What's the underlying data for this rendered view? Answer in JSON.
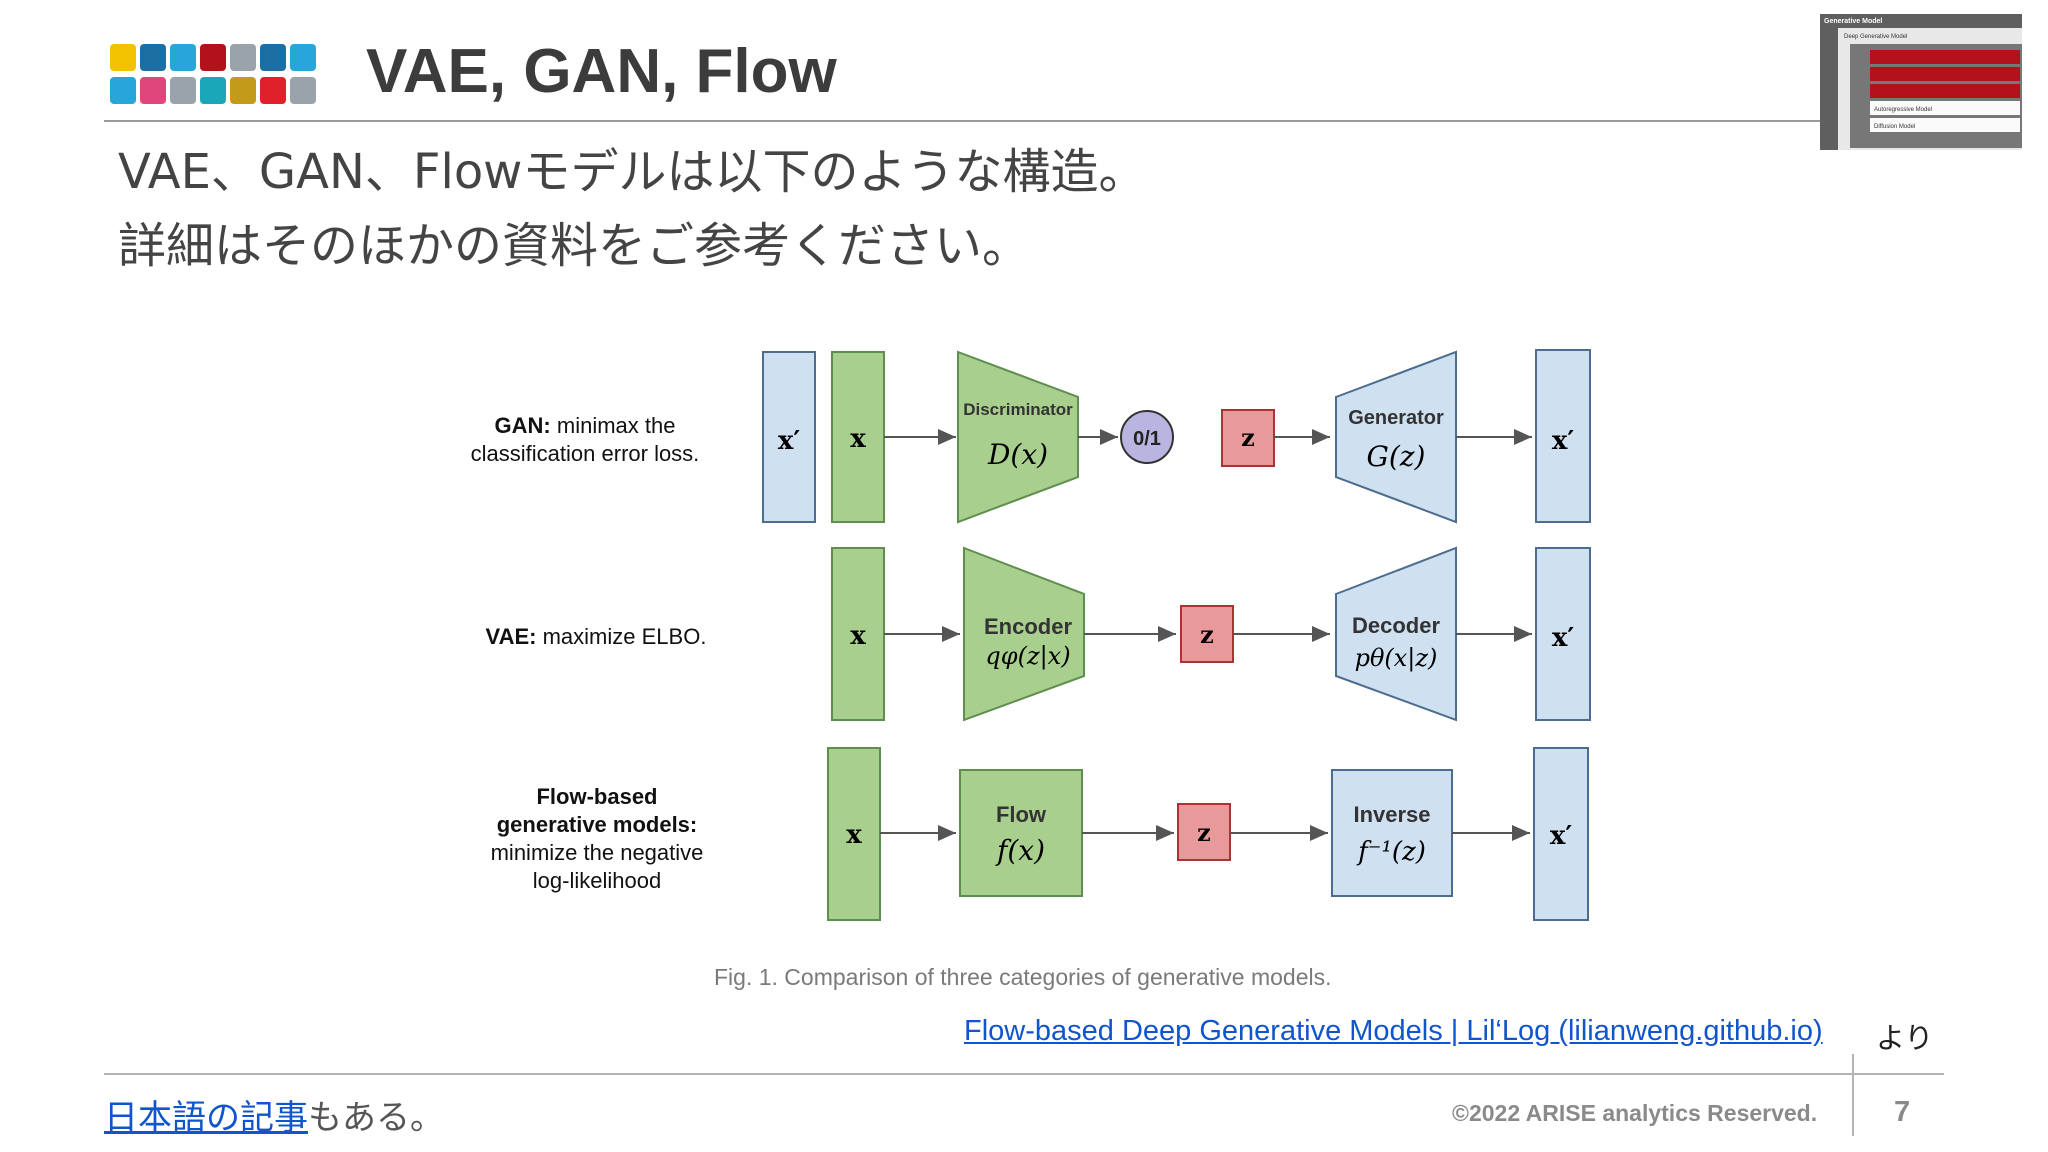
{
  "slide": {
    "title": "VAE, GAN, Flow",
    "intro_line1": "VAE、GAN、Flowモデルは以下のような構造。",
    "intro_line2": "詳細はそのほかの資料をご参考ください。",
    "page_number": "7",
    "copyright": "©2022 ARISE analytics Reserved."
  },
  "thumbnail": {
    "header": "Generative Model",
    "subheader": "Deep Generative Model",
    "items": [
      "Autoregressive Model",
      "Diffusion Model"
    ]
  },
  "figure": {
    "rows": {
      "gan": {
        "label_bold": "GAN:",
        "label_rest": "minimax the",
        "label_line2": "classification error loss.",
        "x_prime_in": "x′",
        "x": "x",
        "disc_name": "Discriminator",
        "disc_func": "D(x)",
        "output": "0/1",
        "z": "z",
        "gen_name": "Generator",
        "gen_func": "G(z)",
        "x_prime_out": "x′"
      },
      "vae": {
        "label_bold": "VAE:",
        "label_rest": "maximize ELBO.",
        "x": "x",
        "enc_name": "Encoder",
        "enc_func": "qφ(z|x)",
        "z": "z",
        "dec_name": "Decoder",
        "dec_func": "pθ(x|z)",
        "x_prime_out": "x′"
      },
      "flow": {
        "label_line1": "Flow-based",
        "label_line2": "generative models:",
        "label_line3": "minimize the negative",
        "label_line4": "log-likelihood",
        "x": "x",
        "flow_name": "Flow",
        "flow_func": "f(x)",
        "z": "z",
        "inv_name": "Inverse",
        "inv_func": "f⁻¹(z)",
        "x_prime_out": "x′"
      }
    },
    "caption": "Fig. 1. Comparison of three categories of generative models."
  },
  "source": {
    "link_text": "Flow-based Deep Generative Models | Lil‘Log (lilianweng.github.io)",
    "suffix": "より"
  },
  "footer_note": {
    "link_text": "日本語の記事",
    "rest": "もある。"
  },
  "colors": {
    "green_fill": "#a9cf8f",
    "green_stroke": "#5f8f4e",
    "blue_fill": "#cfe0f1",
    "blue_stroke": "#4d6d8e",
    "red_fill": "#e89a9a",
    "red_stroke": "#a33",
    "purple_fill": "#b9b5e0",
    "link": "#1155cc"
  }
}
